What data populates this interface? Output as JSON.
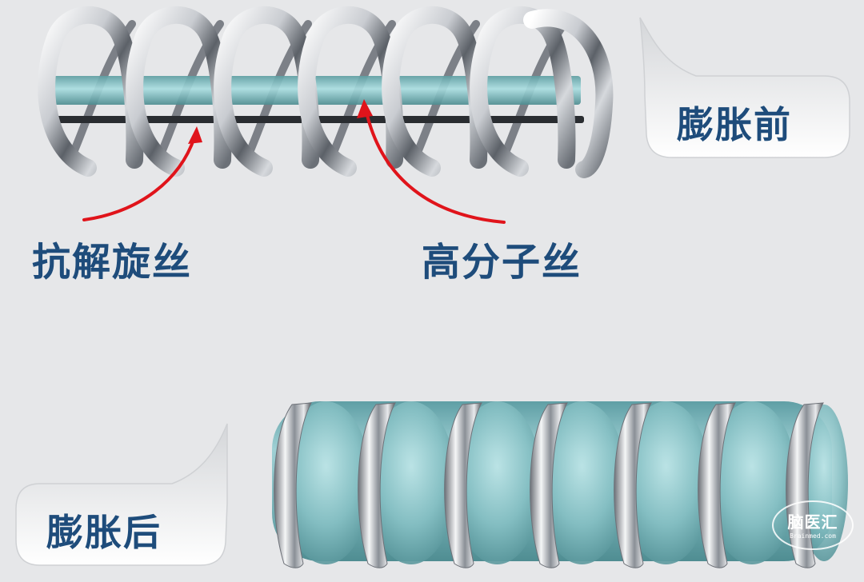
{
  "labels": {
    "before_expansion": "膨胀前",
    "after_expansion": "膨胀后",
    "anti_spiral_wire": "抗解旋丝",
    "polymer_wire": "高分子丝"
  },
  "watermark": {
    "main": "脑医汇",
    "sub": "Brainmed.com"
  },
  "colors": {
    "background": "#e6e7e9",
    "label_text": "#1e4c7b",
    "arrow": "#e0141b",
    "polymer": "#7fbcc0",
    "metal_light": "#ffffff",
    "metal_dark": "#4a4e54"
  }
}
